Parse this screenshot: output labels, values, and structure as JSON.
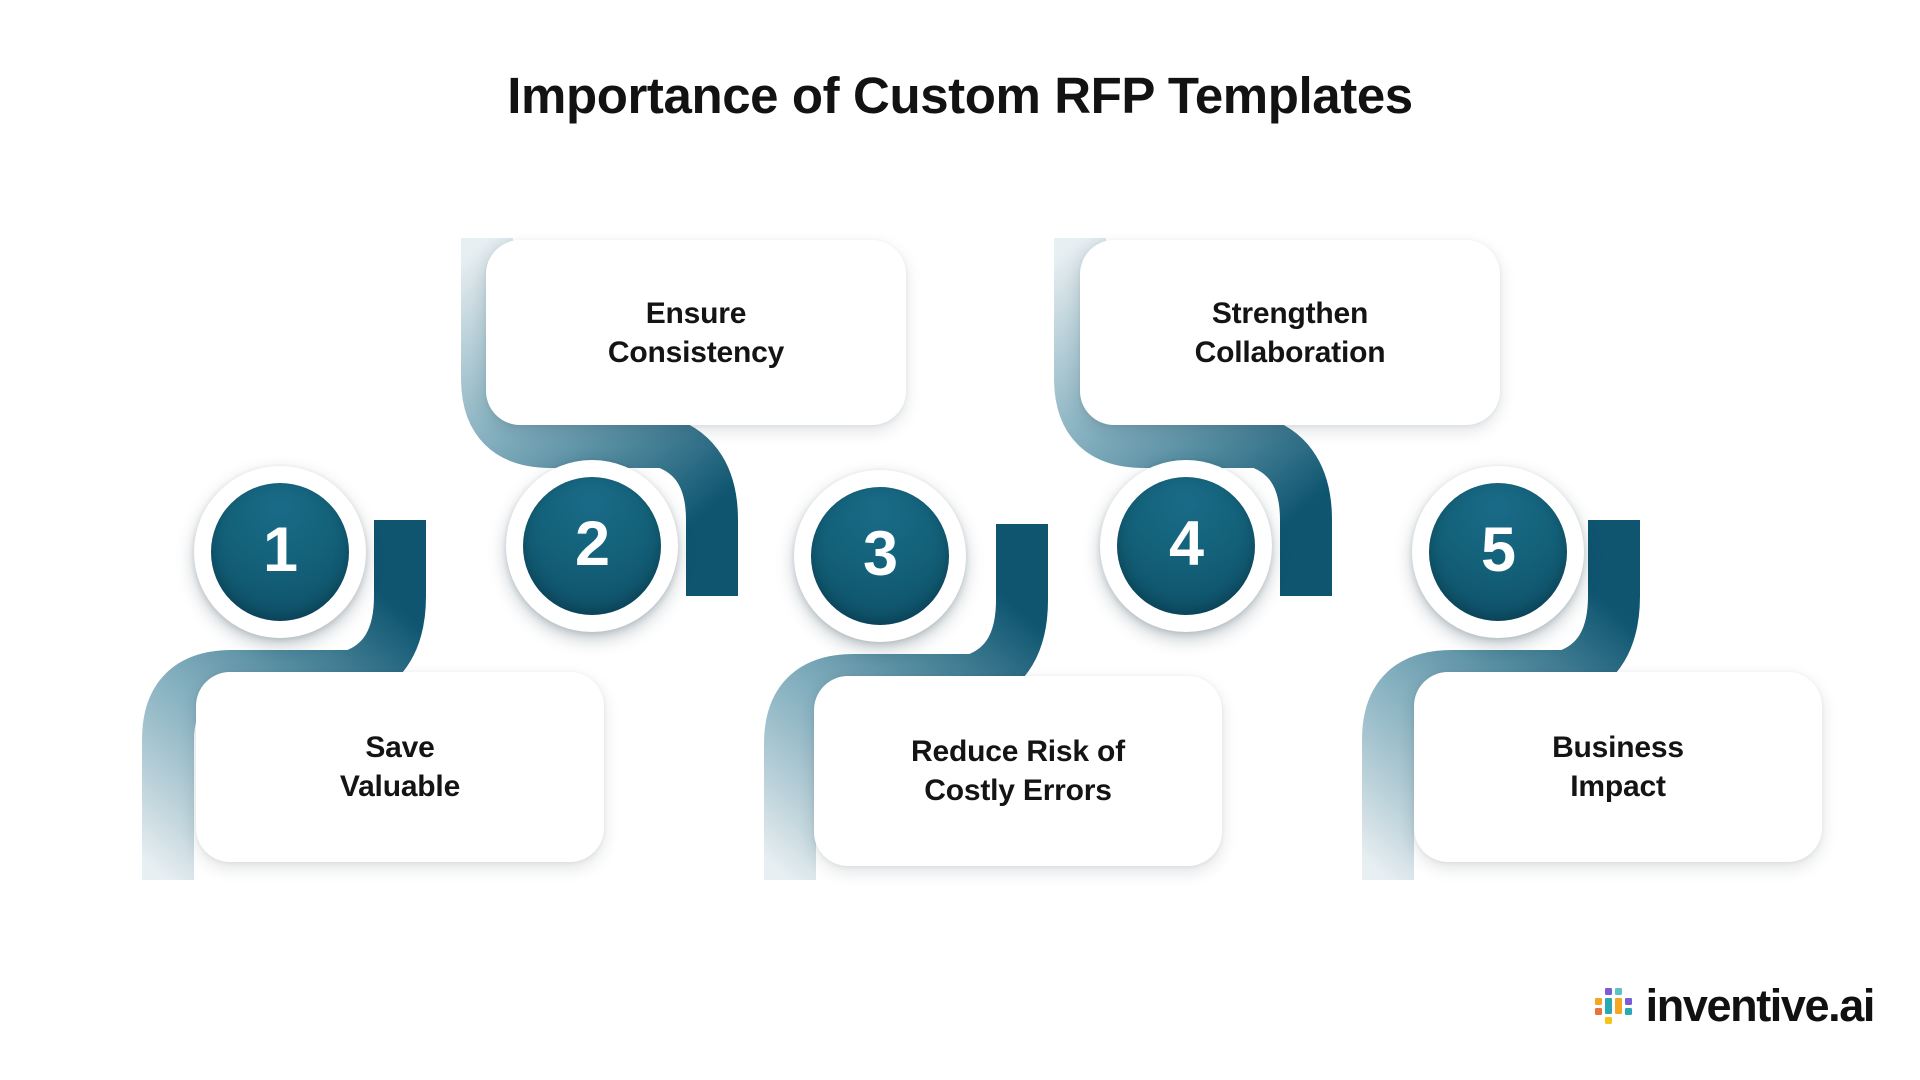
{
  "page": {
    "title": "Importance of Custom RFP Templates",
    "background_color": "#ffffff"
  },
  "theme": {
    "accent_teal": "#125C78",
    "accent_teal_dark": "#0d4c63",
    "accent_teal_light": "#1a6b88",
    "card_background": "#ffffff",
    "text_color": "#141414",
    "number_color": "#ffffff"
  },
  "diagram": {
    "type": "numbered-step-zigzag",
    "step_count": 5,
    "steps": [
      {
        "number": "1",
        "label": "Save\nValuable",
        "label_line1": "Save",
        "label_line2": "Valuable",
        "position": "bottom"
      },
      {
        "number": "2",
        "label": "Ensure\nConsistency",
        "label_line1": "Ensure",
        "label_line2": "Consistency",
        "position": "top"
      },
      {
        "number": "3",
        "label": "Reduce Risk of\nCostly Errors",
        "label_line1": "Reduce Risk of",
        "label_line2": "Costly Errors",
        "position": "bottom"
      },
      {
        "number": "4",
        "label": "Strengthen\nCollaboration",
        "label_line1": "Strengthen",
        "label_line2": "Collaboration",
        "position": "top"
      },
      {
        "number": "5",
        "label": "Business\nImpact",
        "label_line1": "Business",
        "label_line2": "Impact",
        "position": "bottom"
      }
    ]
  },
  "logo": {
    "name": "inventive.ai",
    "word": "inventive",
    "suffix": ".ai",
    "mark_colors": [
      "#f5a623",
      "#7b5cd6",
      "#2aa9b5",
      "#f5c518",
      "#e8733a",
      "#5bc2c9"
    ]
  }
}
